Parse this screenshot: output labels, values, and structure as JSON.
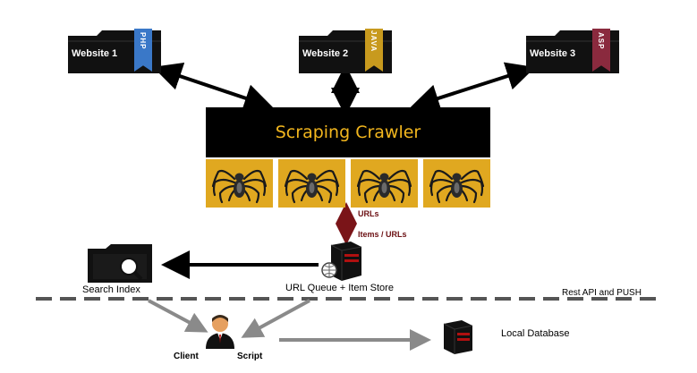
{
  "websites": [
    {
      "label": "Website 1",
      "tech": "PHP",
      "ribbon_color": "#3a78c8"
    },
    {
      "label": "Website 2",
      "tech": "JAVA",
      "ribbon_color": "#c89a1e"
    },
    {
      "label": "Website 3",
      "tech": "ASP",
      "ribbon_color": "#8a2a3e"
    }
  ],
  "crawler": {
    "title": "Scraping Crawler",
    "title_color": "#f2b61e",
    "cell_color": "#e0a820"
  },
  "flow": {
    "urls_label": "URLs",
    "items_label": "Items / URLs"
  },
  "queue": {
    "label": "URL Queue + Item Store"
  },
  "search_index": {
    "label": "Search Index"
  },
  "api": {
    "label": "Rest API and PUSH"
  },
  "client": {
    "client_label": "Client",
    "script_label": "Script"
  },
  "local_db": {
    "label": "Local Database"
  }
}
